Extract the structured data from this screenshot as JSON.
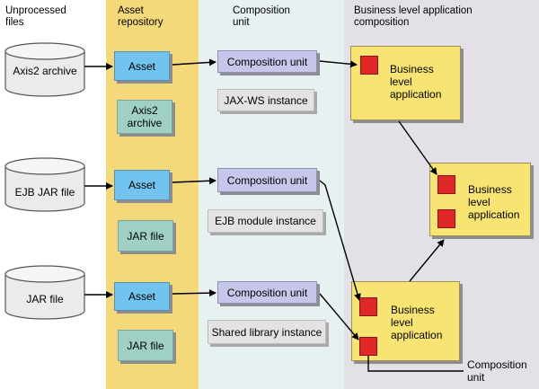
{
  "headers": {
    "unprocessed": "Unprocessed\nfiles",
    "asset_repo": "Asset\nrepository",
    "composition": "Composition\nunit",
    "bla": "Business level application\ncomposition"
  },
  "files": [
    {
      "label": "Axis2 archive"
    },
    {
      "label": "EJB JAR file"
    },
    {
      "label": "JAR file"
    }
  ],
  "assets": [
    "Asset",
    "Asset",
    "Asset"
  ],
  "archives": [
    "Axis2\narchive",
    "JAR file",
    "JAR file"
  ],
  "composition_units": [
    "Composition unit",
    "Composition unit",
    "Composition unit"
  ],
  "instances": [
    "JAX-WS instance",
    "EJB module instance",
    "Shared library instance"
  ],
  "bla_label": "Business\nlevel\napplication",
  "bottom_label": "Composition\nunit",
  "colors": {
    "asset_column": "#f3d97a",
    "composition_column": "#e7f1f1",
    "bla_column": "#e4e0e8",
    "asset_box": "#72c4ee",
    "archive_box": "#9fd0c3",
    "composition_box": "#c7c7eb",
    "instance_box": "#e3e3e3",
    "bla_box": "#f7e473",
    "unit_marker": "#e02828"
  }
}
